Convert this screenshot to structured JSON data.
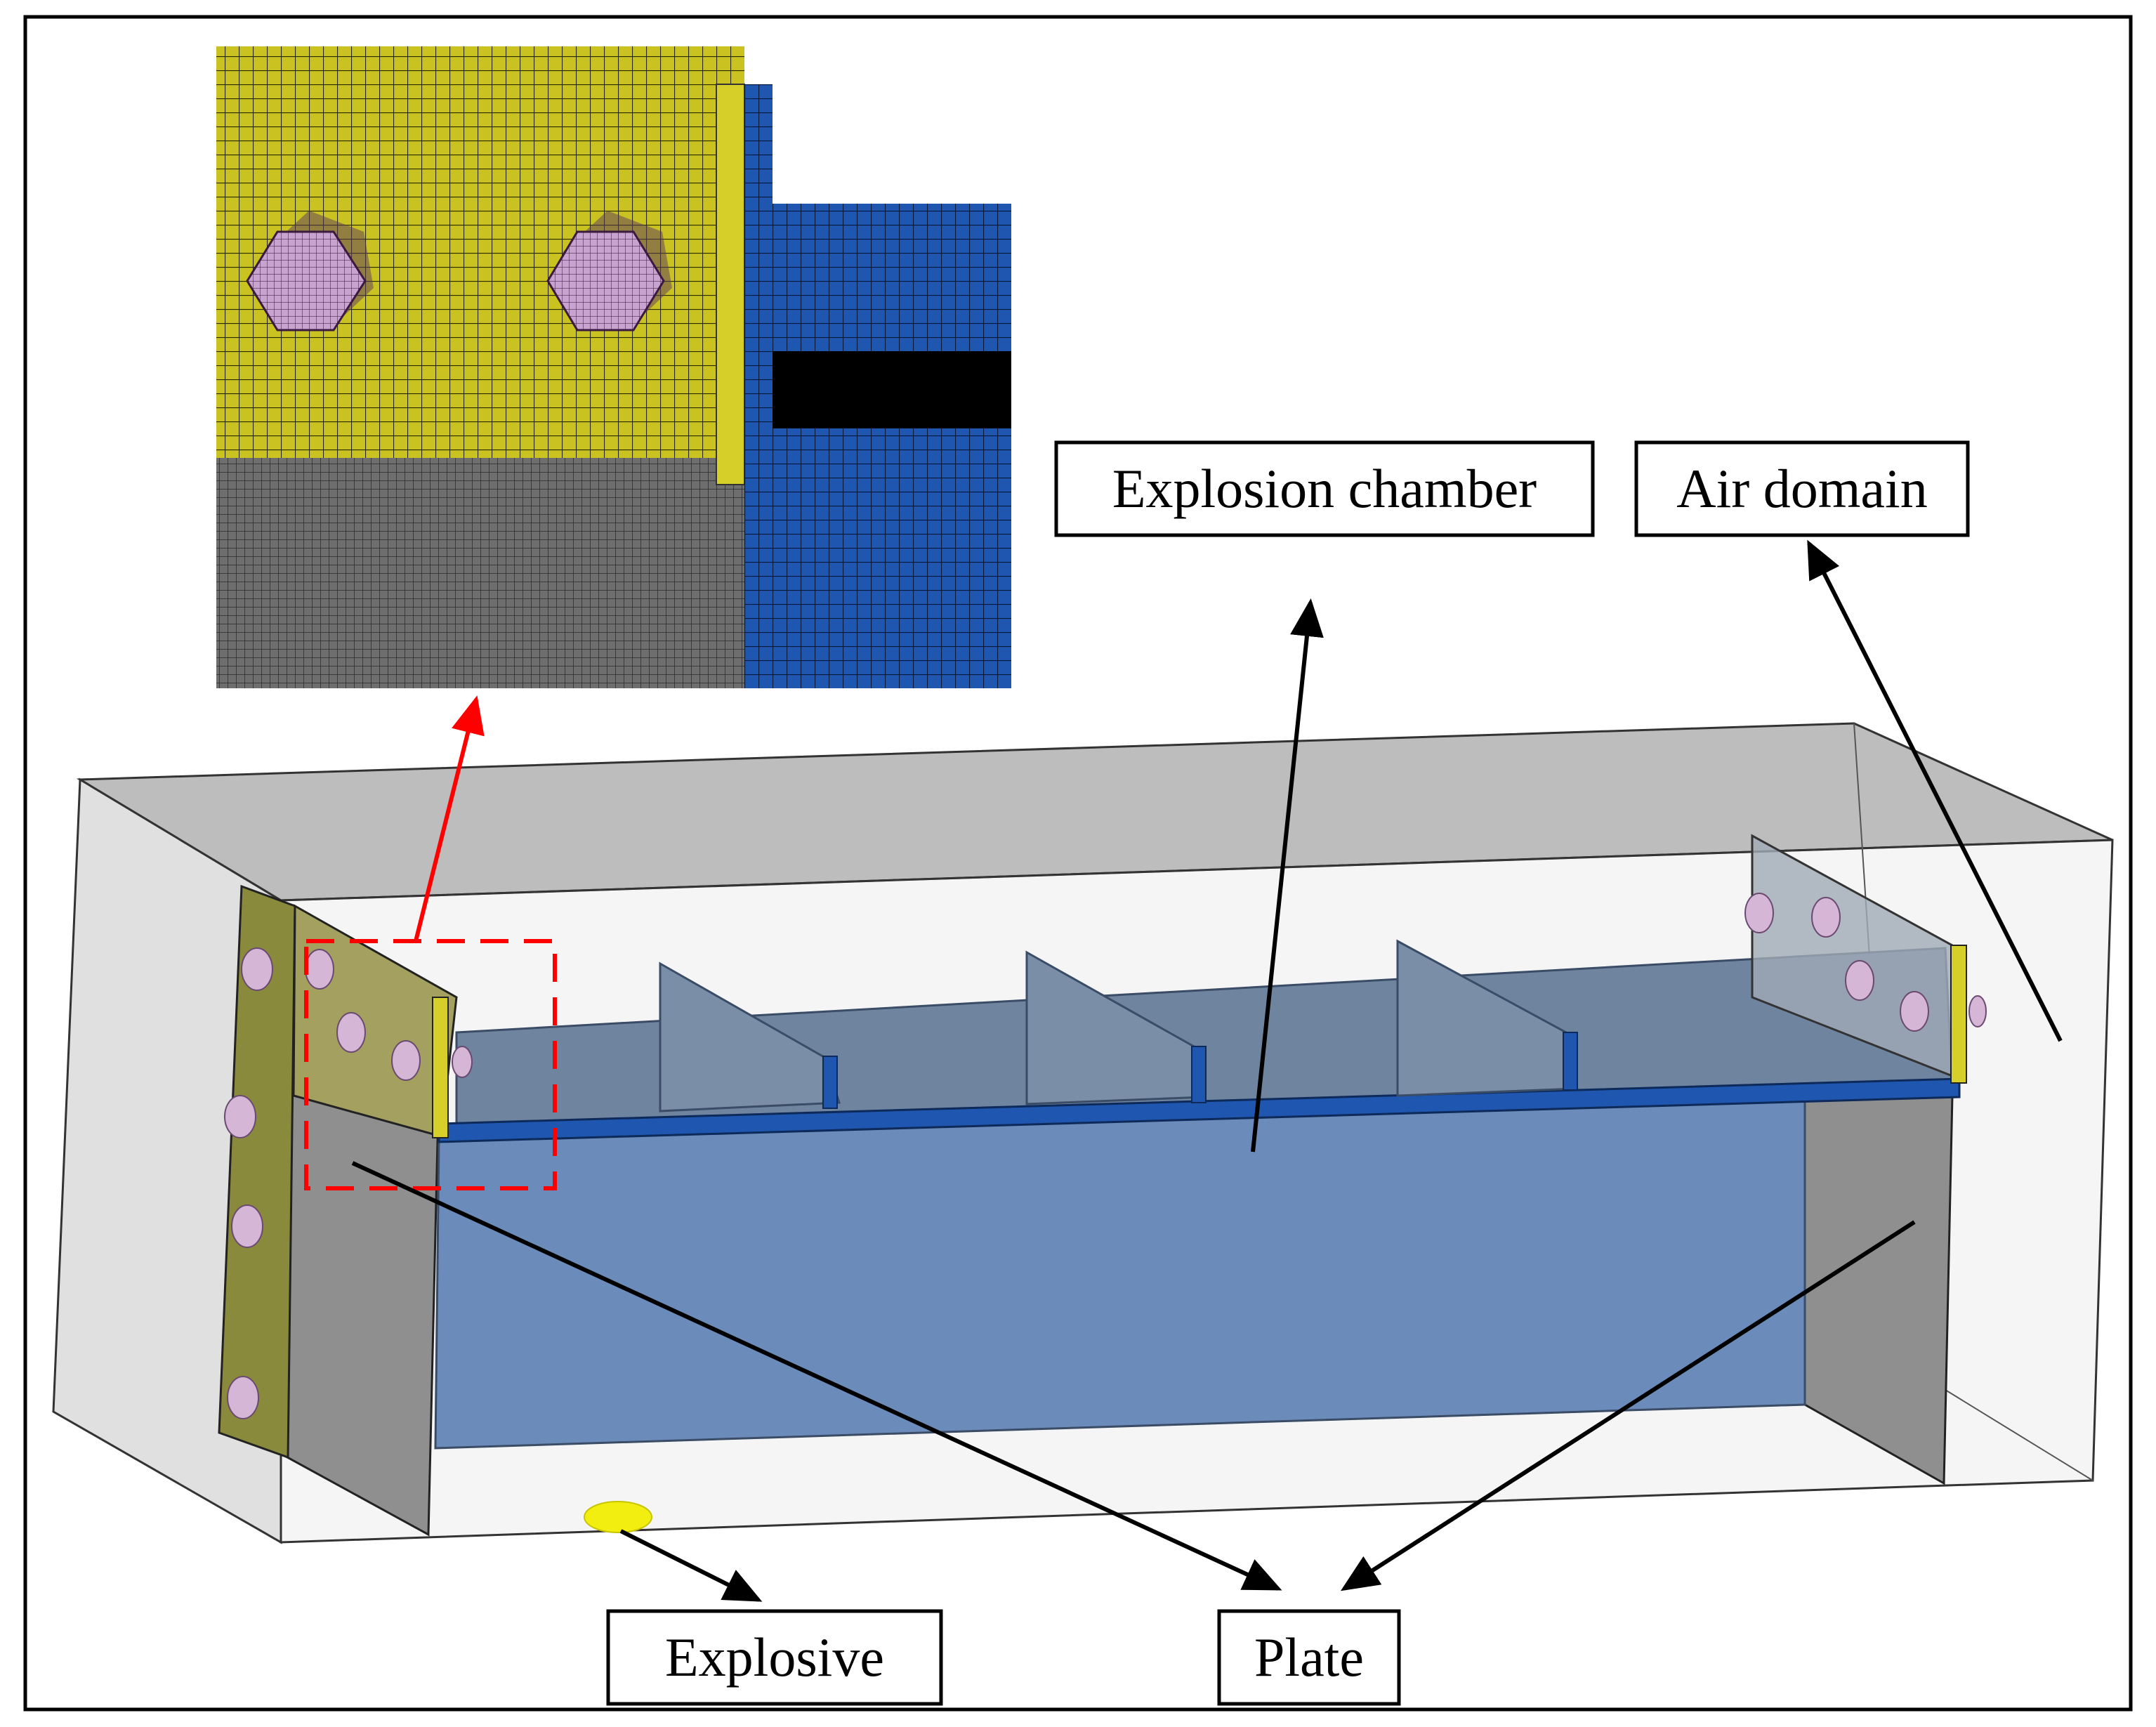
{
  "labels": {
    "explosion_chamber": "Explosion chamber",
    "air_domain": "Air domain",
    "explosive": "Explosive",
    "plate": "Plate"
  },
  "colors": {
    "flange_yellow": "#8a8a3c",
    "chamber_blue": "#6b8cba",
    "web_blue": "#6f8aab",
    "mesh_yellow": "#c9c220",
    "mesh_blue": "#1f56b0",
    "mesh_gray": "#6b6b6b",
    "bolt_pink": "#c9a3d0",
    "zoom_red": "#ff0000",
    "explosive_yellow": "#f2ee10"
  }
}
